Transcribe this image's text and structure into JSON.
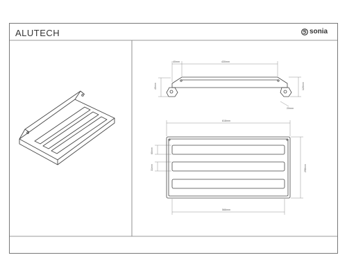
{
  "sheet": {
    "title": "ALUTECH",
    "brand": "sonia",
    "brand_icon": "sonia-logo-icon",
    "line_color": "#444444",
    "frame_color": "#777777"
  },
  "front_view": {
    "dims": {
      "bracket_width": "40mm",
      "inner_span": "430mm",
      "height": "120mm",
      "lip": "40mm",
      "thickness": "20mm"
    }
  },
  "top_view": {
    "dims": {
      "overall_width": "618mm",
      "depth": "298mm",
      "slot_height": "60mm",
      "slot_gap": "31mm",
      "slot_length": "566mm"
    }
  }
}
